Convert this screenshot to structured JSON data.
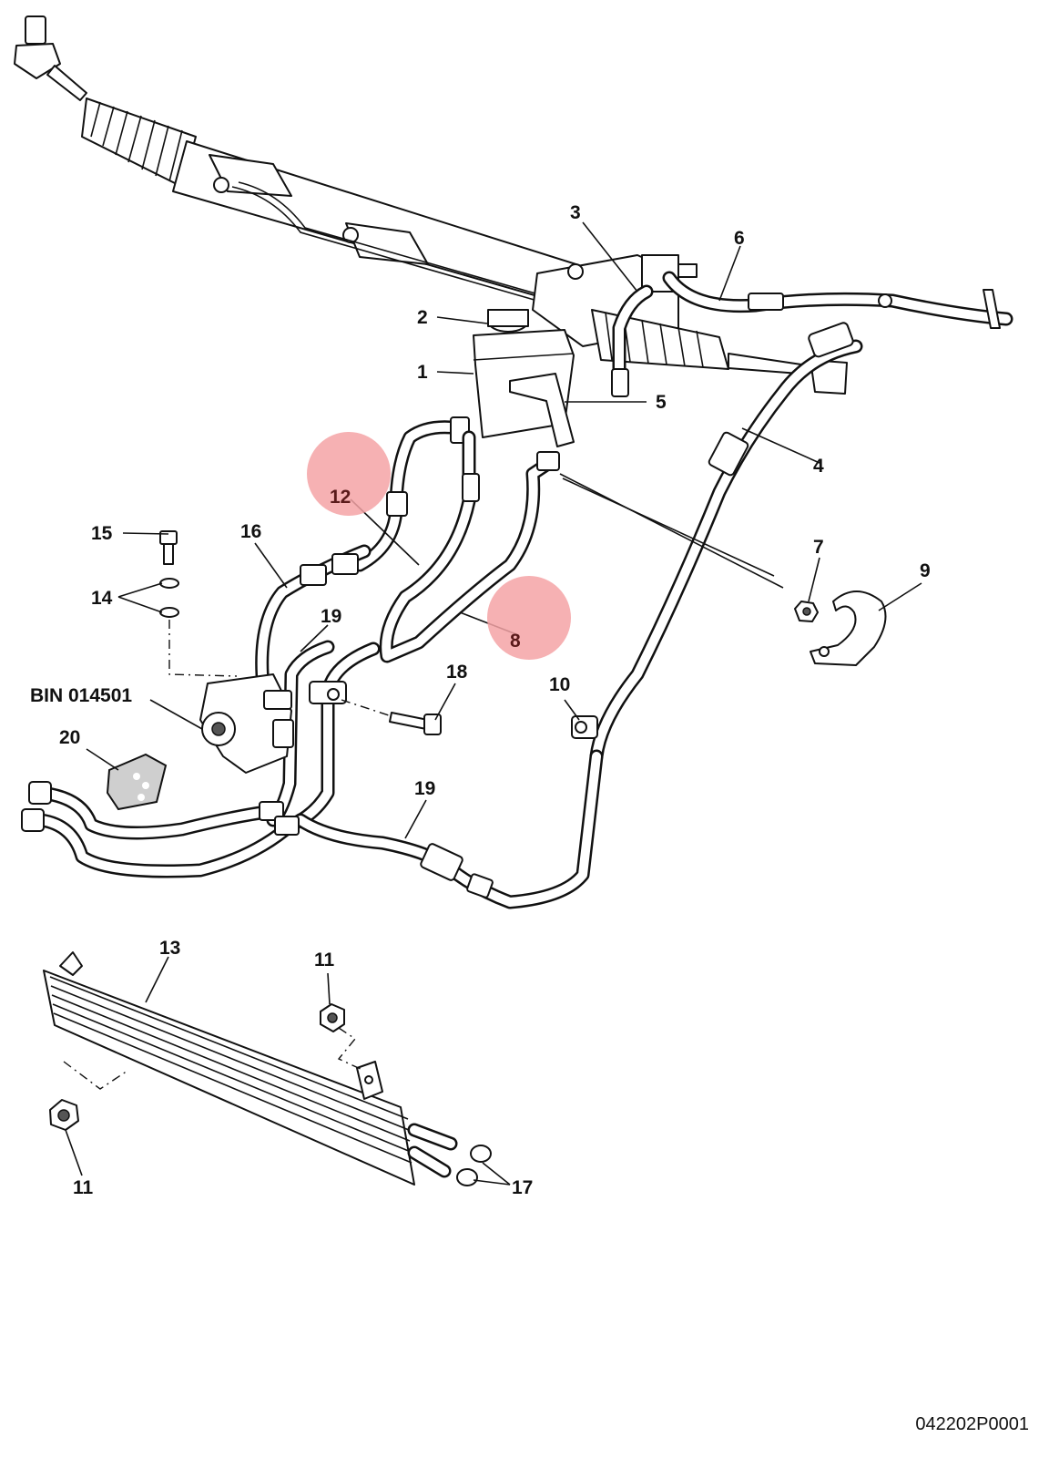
{
  "callouts": {
    "c1": "1",
    "c2": "2",
    "c3": "3",
    "c4": "4",
    "c5": "5",
    "c6": "6",
    "c7": "7",
    "c8": "8",
    "c9": "9",
    "c10": "10",
    "c11a": "11",
    "c11b": "11",
    "c12": "12",
    "c13": "13",
    "c14": "14",
    "c15": "15",
    "c16": "16",
    "c17": "17",
    "c18": "18",
    "c19a": "19",
    "c19b": "19",
    "c20": "20",
    "bin": "BIN 014501"
  },
  "highlights": {
    "color": "#f4a3a6"
  },
  "footer": {
    "code": "042202P0001"
  }
}
